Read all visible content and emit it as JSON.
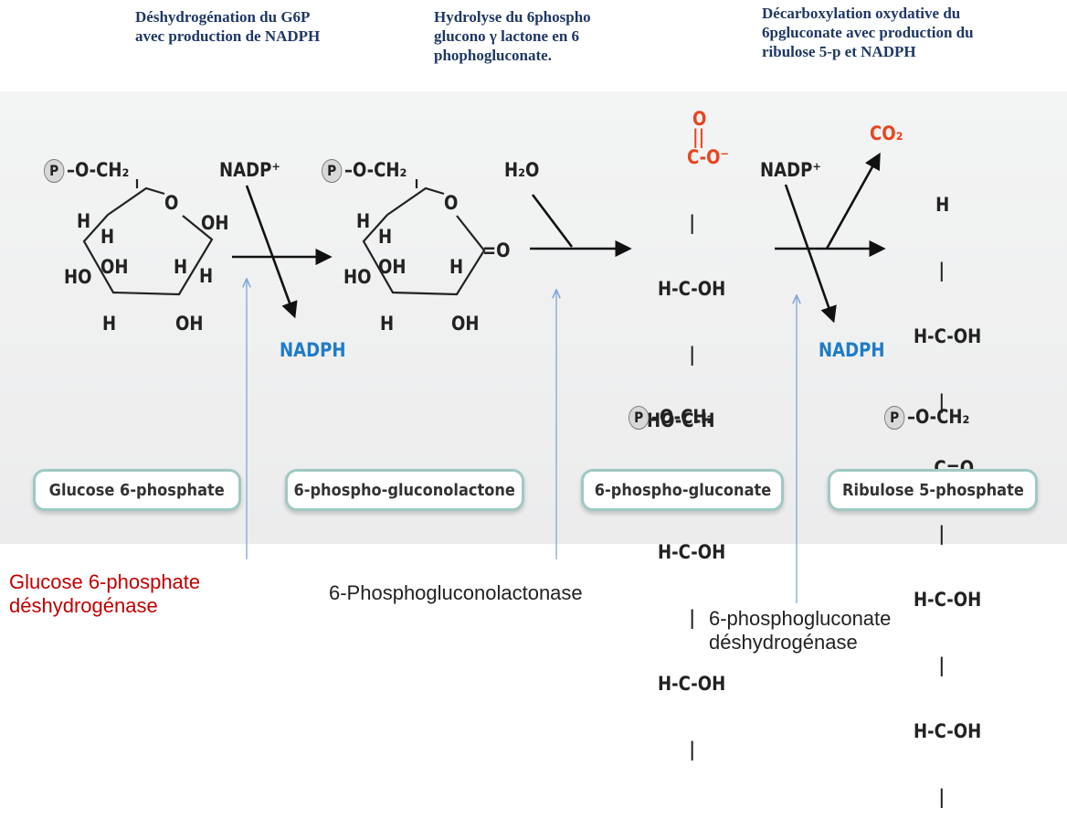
{
  "steps": [
    {
      "title_line1": "Déshydrogénation du G6P",
      "title_line2": "avec production de NADPH"
    },
    {
      "title_line1": "Hydrolyse du 6phospho",
      "title_line2": "glucono γ lactone en 6",
      "title_line3": "phophogluconate."
    },
    {
      "title_line1": "Décarboxylation oxydative du",
      "title_line2": "6pgluconate avec production du",
      "title_line3": "ribulose 5-p et NADPH"
    }
  ],
  "compounds": [
    "Glucose 6-phosphate",
    "6-phospho-gluconolactone",
    "6-phospho-gluconate",
    "Ribulose 5-phosphate"
  ],
  "cofactors": {
    "nadp_1": "NADP⁺",
    "nadph_1": "NADPH",
    "water": "H₂O",
    "nadp_2": "NADP⁺",
    "nadph_2": "NADPH",
    "co2": "CO₂"
  },
  "structures": {
    "glucose": {
      "p": "P",
      "top": "–O-CH₂",
      "ring_o": "O",
      "oh_right": "OH",
      "h1": "H",
      "h2": "H",
      "ho": "HO",
      "oh_mid": "OH",
      "h3": "H",
      "h4": "H",
      "h_bottom": "H",
      "oh_bottom": "OH"
    },
    "lactone": {
      "p": "P",
      "top": "–O-CH₂",
      "ring_o": "O",
      "carbonyl": "=O",
      "h1": "H",
      "h2": "H",
      "ho": "HO",
      "oh_mid": "OH",
      "h3": "H",
      "h_bottom": "H",
      "oh_bottom": "OH"
    },
    "gluconate": {
      "o_top": "O",
      "dbl": "||",
      "carboxyl": "C-O⁻",
      "lines": [
        "|",
        "H-C-OH",
        "|",
        "HO-C-H",
        "|",
        "H-C-OH",
        "|",
        "H-C-OH",
        "|"
      ],
      "p": "P",
      "bottom": "–O-CH₂"
    },
    "ribulose": {
      "lines": [
        "H",
        "|",
        "H-C-OH",
        "|",
        "C=O",
        "|",
        "H-C-OH",
        "|",
        "H-C-OH",
        "|"
      ],
      "p": "P",
      "bottom": "–O-CH₂"
    }
  },
  "enzymes": {
    "e1_line1": "Glucose 6-phosphate",
    "e1_line2": "déshydrogénase",
    "e2": "6-Phosphogluconolactonase",
    "e3_line1": "6-phosphogluconate",
    "e3_line2": "déshydrogénase"
  },
  "colors": {
    "title": "#1f3864",
    "carboxyl": "#e8451e",
    "nadph": "#1f7cc6",
    "enzyme1": "#c00000",
    "enzyme_arrow": "#7fa7d6",
    "box_border": "#9fc9c4"
  }
}
